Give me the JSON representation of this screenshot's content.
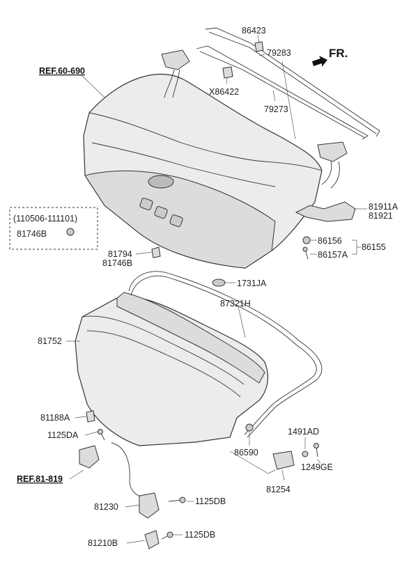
{
  "labels": {
    "p86423": "86423",
    "p79283": "79283",
    "fr": "FR.",
    "ref6069": "REF.60-690",
    "x86422": "X86422",
    "p79273": "79273",
    "p81911a": "81911A",
    "p81921": "81921",
    "date_range": "(110506-111101)",
    "p81746b_box": "81746B",
    "p86156": "86156",
    "p86155": "86155",
    "p86157a": "86157A",
    "p81794": "81794",
    "p81746b": "81746B",
    "p1731ja": "1731JA",
    "p87321h": "87321H",
    "p81752": "81752",
    "p81188a": "81188A",
    "p1125da": "1125DA",
    "p1491ad": "1491AD",
    "p86590": "86590",
    "p1249ge": "1249GE",
    "ref81819": "REF.81-819",
    "p81254": "81254",
    "p81230": "81230",
    "p1125db_1": "1125DB",
    "p81210b": "81210B",
    "p1125db_2": "1125DB"
  }
}
